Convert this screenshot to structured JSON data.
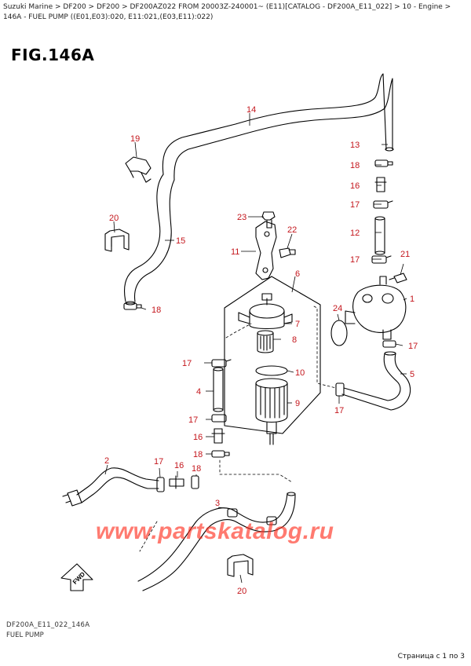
{
  "breadcrumb": "Suzuki Marine > DF200 > DF200 > DF200AZ022 FROM 20003Z-240001~ (E11)[CATALOG - DF200A_E11_022] > 10 - Engine > 146A - FUEL PUMP ((E01,E03):020, E11:021,(E03,E11):022)",
  "figure_title": "FIG.146A",
  "watermark": "www.partskatalog.ru",
  "footer": {
    "code": "DF200A_E11_022_146A",
    "name": "FUEL PUMP"
  },
  "page_counter": "Страница с 1 по 3",
  "fwd_label": "FWD",
  "callouts": {
    "c1": "1",
    "c2": "2",
    "c3": "3",
    "c4": "4",
    "c5": "5",
    "c6": "6",
    "c7": "7",
    "c8": "8",
    "c9": "9",
    "c10": "10",
    "c11": "11",
    "c12": "12",
    "c13": "13",
    "c14": "14",
    "c15": "15",
    "c16a": "16",
    "c16b": "16",
    "c16c": "16",
    "c17a": "17",
    "c17b": "17",
    "c17c": "17",
    "c17d": "17",
    "c17e": "17",
    "c17f": "17",
    "c17g": "17",
    "c18a": "18",
    "c18b": "18",
    "c18c": "18",
    "c18d": "18",
    "c19": "19",
    "c20a": "20",
    "c20b": "20",
    "c21": "21",
    "c22": "22",
    "c23": "23",
    "c24": "24"
  }
}
